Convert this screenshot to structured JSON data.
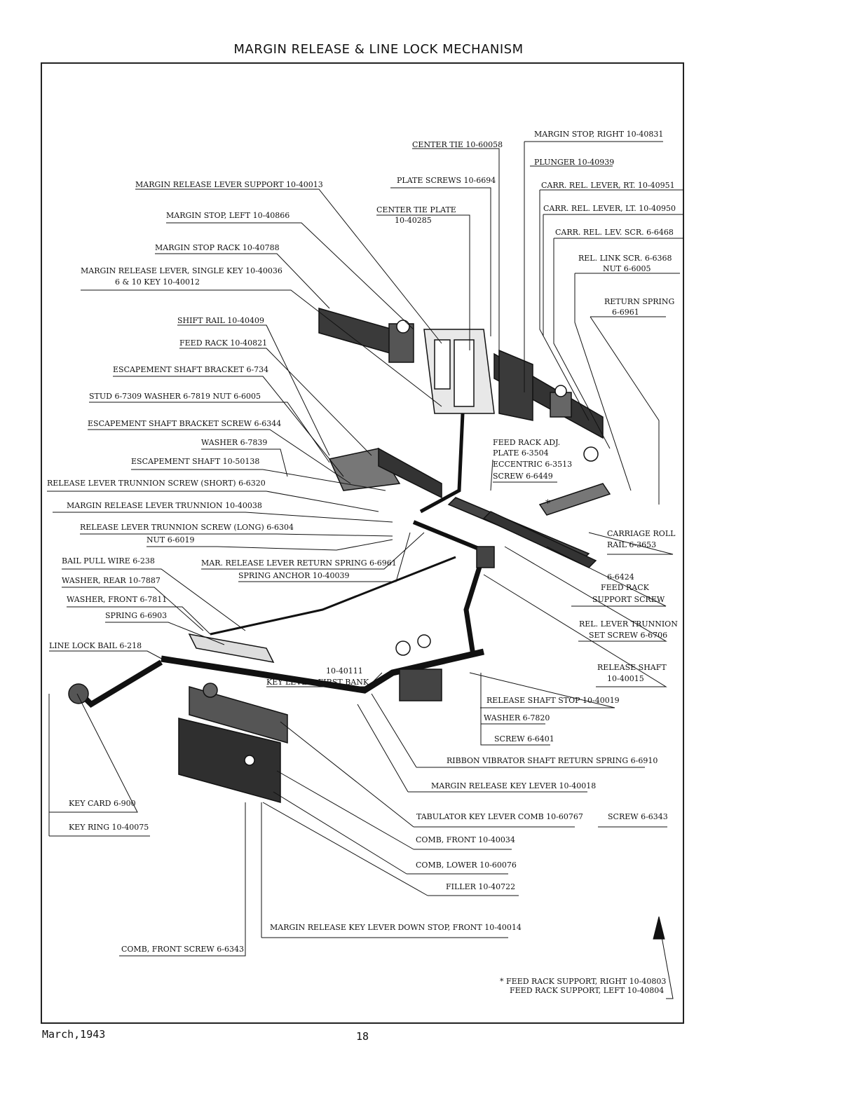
{
  "title": "MARGIN RELEASE & LINE LOCK MECHANISM",
  "labels": {
    "center_tie": "CENTER TIE 10-60058",
    "margin_stop_right": "MARGIN STOP, RIGHT 10-40831",
    "plunger": "PLUNGER 10-40939",
    "carr_rel_lever_rt": "CARR. REL. LEVER, RT. 10-40951",
    "carr_rel_lever_lt": "CARR. REL. LEVER, LT. 10-40950",
    "carr_rel_lev_scr": "CARR. REL. LEV. SCR. 6-6468",
    "rel_link_scr": "REL. LINK SCR. 6-6368",
    "nut_6_6005_a": "NUT 6-6005",
    "return_spring": "RETURN SPRING",
    "return_spring_num": "6-6961",
    "plate_screws": "PLATE SCREWS 10-6694",
    "center_tie_plate": "CENTER TIE PLATE",
    "center_tie_plate_num": "10-40285",
    "margin_release_lever_support": "MARGIN RELEASE LEVER SUPPORT 10-40013",
    "margin_stop_left": "MARGIN STOP, LEFT 10-40866",
    "margin_stop_rack": "MARGIN STOP RACK 10-40788",
    "margin_release_lever_single": "MARGIN RELEASE LEVER, SINGLE KEY 10-40036",
    "margin_release_lever_6_10": "6 & 10 KEY 10-40012",
    "shift_rail": "SHIFT RAIL 10-40409",
    "feed_rack": "FEED RACK 10-40821",
    "escapement_shaft_bracket": "ESCAPEMENT SHAFT BRACKET 6-734",
    "stud_washer_nut": "STUD 6-7309  WASHER 6-7819  NUT 6-6005",
    "escapement_shaft_bracket_screw": "ESCAPEMENT SHAFT BRACKET SCREW 6-6344",
    "washer_6_7839": "WASHER 6-7839",
    "escapement_shaft": "ESCAPEMENT SHAFT 10-50138",
    "release_lever_trunnion_short": "RELEASE LEVER TRUNNION SCREW (SHORT) 6-6320",
    "margin_release_lever_trunnion": "MARGIN RELEASE LEVER TRUNNION 10-40038",
    "release_lever_trunnion_long": "RELEASE LEVER TRUNNION SCREW (LONG) 6-6304",
    "nut_6_6019": "NUT 6-6019",
    "bail_pull_wire": "BAIL PULL WIRE 6-238",
    "mar_release_lever_return_spring": "MAR. RELEASE LEVER RETURN SPRING 6-6961",
    "spring_anchor": "SPRING ANCHOR 10-40039",
    "washer_rear": "WASHER, REAR 10-7887",
    "washer_front": "WASHER, FRONT 6-7811",
    "spring_6_6903": "SPRING 6-6903",
    "line_lock_bail": "LINE LOCK BAIL 6-218",
    "feed_rack_adj": "FEED RACK ADJ.",
    "feed_rack_adj_plate": "PLATE 6-3504",
    "eccentric": "ECCENTRIC 6-3513",
    "screw_6_6449": "SCREW 6-6449",
    "asterisk_mark": "*",
    "carriage_roll_rail": "CARRIAGE ROLL",
    "carriage_roll_rail_num": "RAIL 6-3653",
    "feed_rack_support_screw_num": "6-6424",
    "feed_rack_support_screw_a": "FEED RACK",
    "feed_rack_support_screw_b": "SUPPORT SCREW",
    "rel_lever_trunnion_set_screw_a": "REL. LEVER TRUNNION",
    "rel_lever_trunnion_set_screw_b": "SET SCREW 6-6706",
    "release_shaft": "RELEASE SHAFT",
    "release_shaft_num": "10-40015",
    "key_lever_num": "10-40111",
    "key_lever_first_bank": "KEY LEVER, FIRST BANK",
    "release_shaft_stop": "RELEASE SHAFT STOP 10-40019",
    "washer_6_7820": "WASHER 6-7820",
    "screw_6_6401": "SCREW 6-6401",
    "ribbon_vibrator_shaft_return_spring": "RIBBON VIBRATOR SHAFT RETURN SPRING 6-6910",
    "margin_release_key_lever": "MARGIN RELEASE KEY LEVER 10-40018",
    "key_card": "KEY CARD 6-900",
    "key_ring": "KEY RING 10-40075",
    "tabulator_key_lever_comb": "TABULATOR KEY LEVER COMB 10-60767",
    "screw_6_6343": "SCREW 6-6343",
    "comb_front": "COMB, FRONT 10-40034",
    "comb_lower": "COMB, LOWER 10-60076",
    "filler": "FILLER 10-40722",
    "margin_release_key_lever_down_stop": "MARGIN RELEASE KEY LEVER DOWN STOP, FRONT 10-40014",
    "comb_front_screw": "COMB, FRONT SCREW 6-6343",
    "feed_rack_support_right": "* FEED RACK SUPPORT, RIGHT 10-40803",
    "feed_rack_support_left": "FEED RACK SUPPORT, LEFT 10-40804"
  },
  "footer": {
    "date": "March,1943",
    "page_number": "18"
  }
}
